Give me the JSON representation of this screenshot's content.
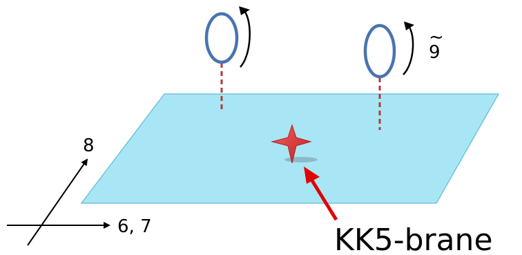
{
  "diagram": {
    "labels": {
      "axis_up": "8",
      "axis_right": "6, 7",
      "circle_direction": "9",
      "circle_direction_accent": "~",
      "brane": "KK5-brane"
    },
    "colors": {
      "plane_fill": "#a9e6f5",
      "plane_stroke": "#6fc3d9",
      "circle_stroke": "#4a74b0",
      "dashed_line": "#b03a3a",
      "star_fill": "#e33b3b",
      "star_dark": "#b71c1c",
      "pointer_arrow": "#e00000",
      "axis_arrows": "#000000"
    }
  }
}
